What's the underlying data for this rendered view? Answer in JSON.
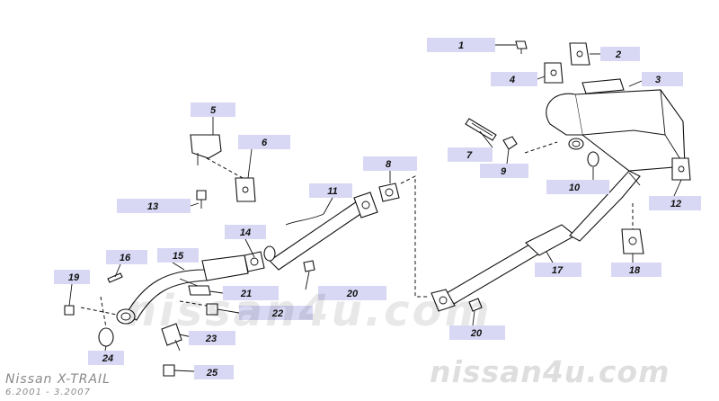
{
  "diagram": {
    "callouts": [
      "1",
      "2",
      "3",
      "4",
      "5",
      "6",
      "7",
      "8",
      "9",
      "10",
      "11",
      "12",
      "13",
      "14",
      "15",
      "16",
      "17",
      "18",
      "19",
      "20",
      "20",
      "21",
      "22",
      "23",
      "24",
      "25"
    ]
  },
  "watermark": {
    "center_text": "nissan4u.com",
    "bottom_text": "nissan4u.com"
  },
  "caption": {
    "model": "Nissan X-TRAIL",
    "years": "6.2001 - 3.2007"
  }
}
